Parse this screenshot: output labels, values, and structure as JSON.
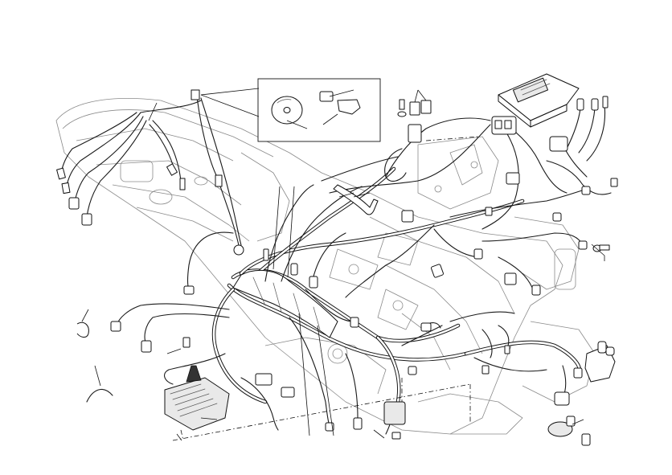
{
  "diagram": {
    "labels": [],
    "components": [
      "frame",
      "main-wiring-harness",
      "ecu",
      "voltage-regulator",
      "ignition-coil",
      "relays",
      "fuse-box",
      "pressure-sensor",
      "cd-disc",
      "cable-ties",
      "screws"
    ]
  }
}
